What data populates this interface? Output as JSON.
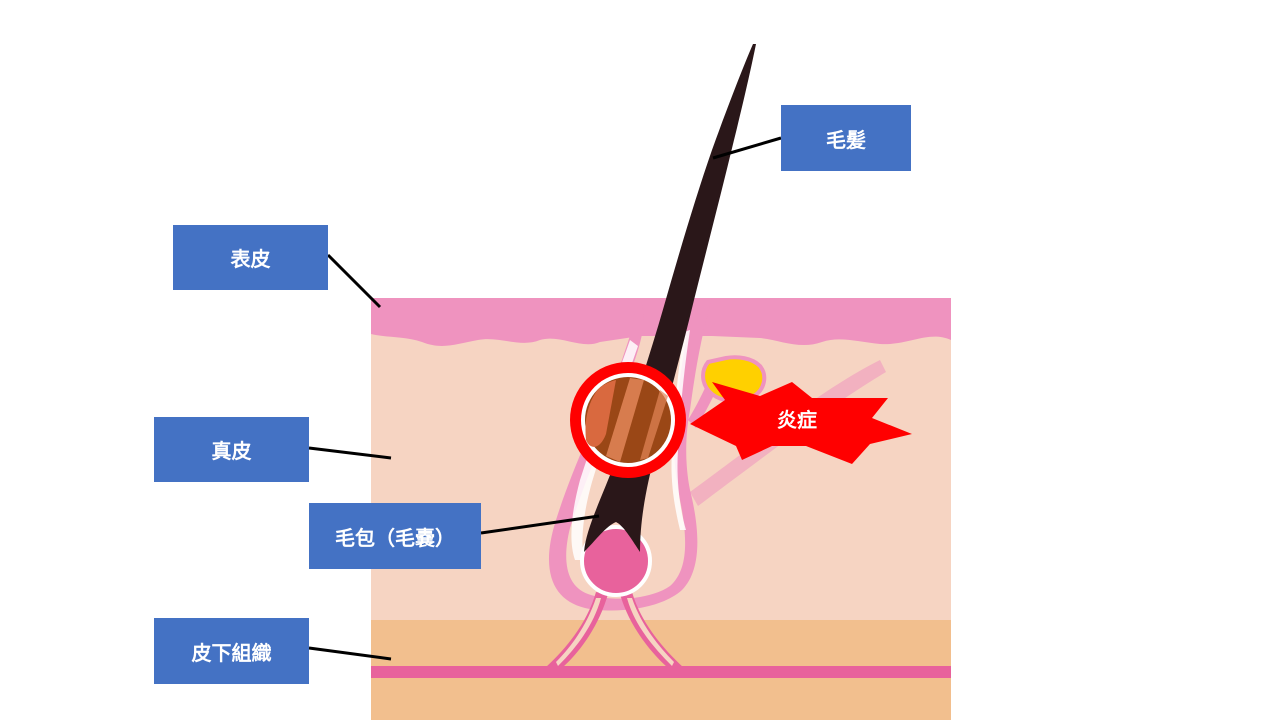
{
  "labels": {
    "hair": "毛髪",
    "epidermis": "表皮",
    "dermis": "真皮",
    "follicle": "毛包（毛嚢）",
    "subcutaneous": "皮下組織",
    "inflammation": "炎症"
  },
  "colors": {
    "label_box": "#4472c4",
    "epidermis": "#ef93bf",
    "dermis": "#f6d4c2",
    "subcutaneous": "#f2bf8e",
    "vessel": "#e8629c",
    "hair": "#2a1719",
    "inflammation": "#ff0000",
    "sebaceous": "#ffd000",
    "hair_cross_section": "#9a4716",
    "leader_line": "#000000"
  }
}
